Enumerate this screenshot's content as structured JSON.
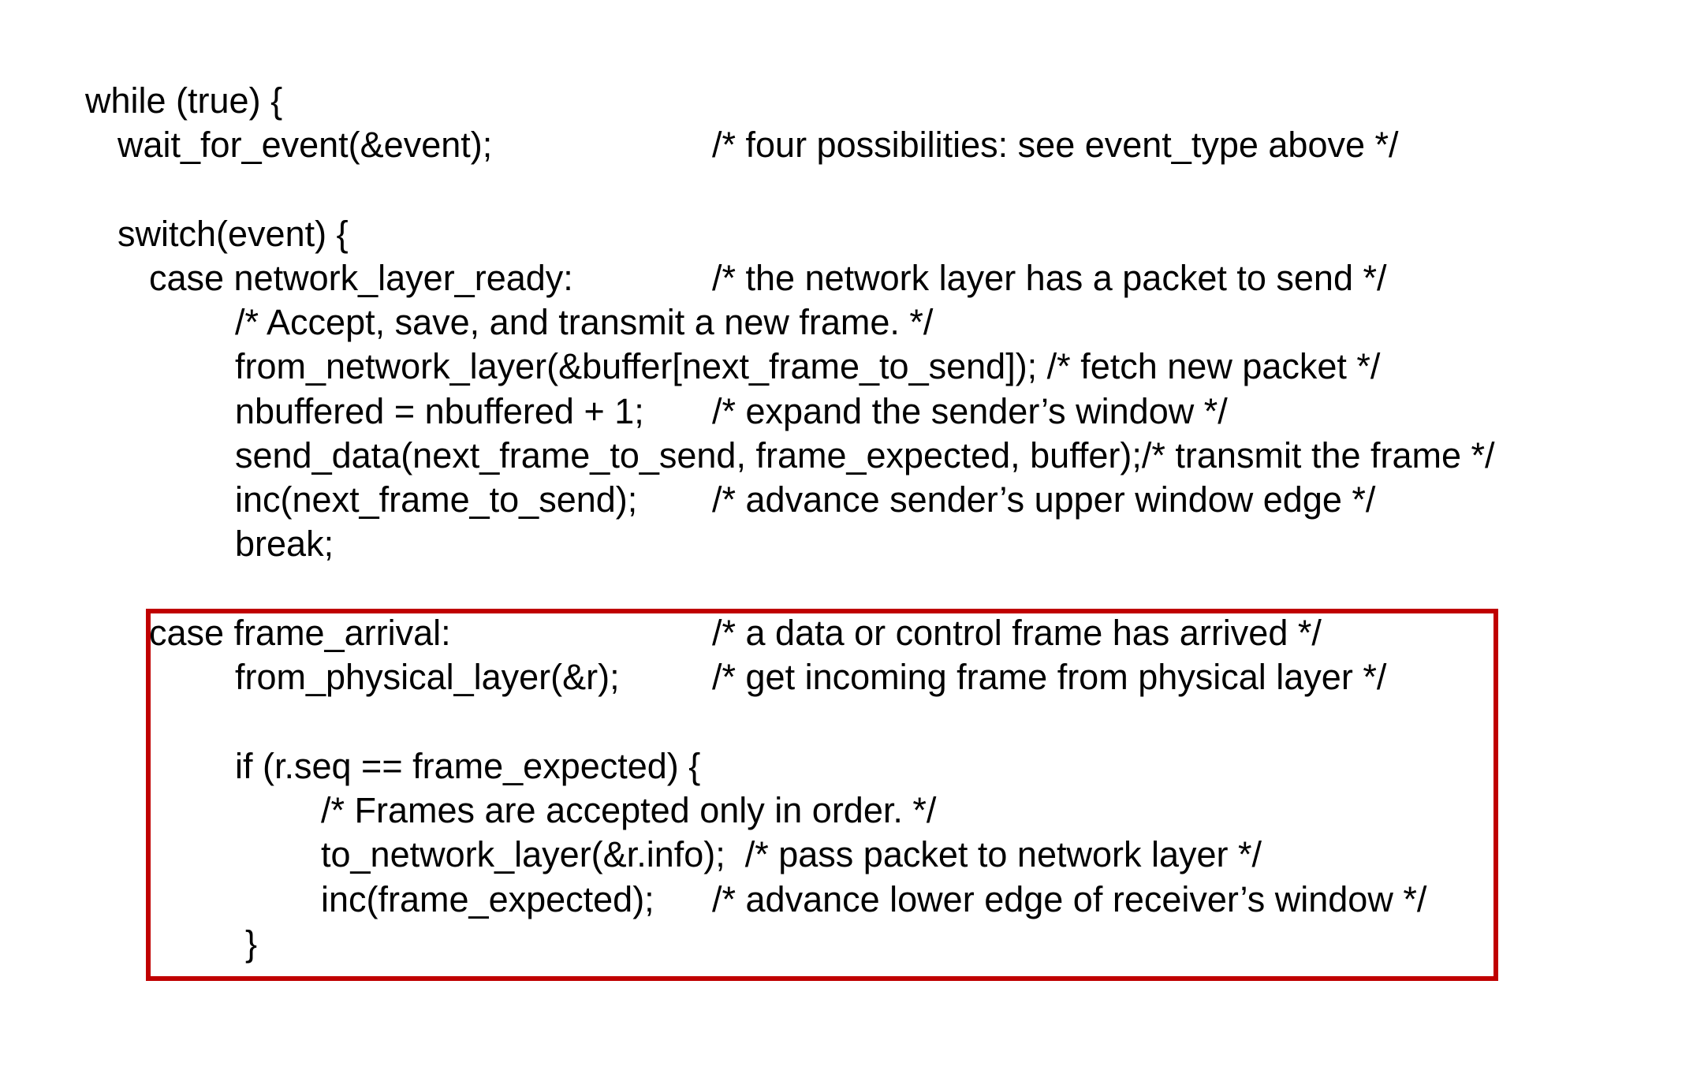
{
  "highlight": {
    "color": "#c00000"
  },
  "code": {
    "while_line": "while (true) {",
    "wait_code": "wait_for_event(&event);",
    "wait_comment": "/* four possibilities: see event_type above */",
    "switch_line": "switch(event) {",
    "case_ready_code": "case network_layer_ready:",
    "case_ready_comment": "/* the network layer has a packet to send */",
    "accept_comment": "/* Accept, save, and transmit a new frame. */",
    "from_network_line": "from_network_layer(&buffer[next_frame_to_send]); /* fetch new packet */",
    "nbuffered_code": "nbuffered = nbuffered + 1;",
    "nbuffered_comment": "/* expand the sender’s window */",
    "send_data_line": "send_data(next_frame_to_send, frame_expected, buffer);/* transmit the frame */",
    "inc_next_code": "inc(next_frame_to_send);",
    "inc_next_comment": "/* advance sender’s upper window edge */",
    "break_line": "break;",
    "case_arrival_code": "case frame_arrival:",
    "case_arrival_comment": "/* a data or control frame has arrived */",
    "from_physical_code": "from_physical_layer(&r);",
    "from_physical_comment": "/* get incoming frame from physical layer */",
    "if_line": "if (r.seq == frame_expected) {",
    "frames_comment": "/* Frames are accepted only in order. */",
    "to_network_line": "to_network_layer(&r.info);  /* pass packet to network layer */",
    "inc_frame_code": "inc(frame_expected);",
    "inc_frame_comment": "/* advance lower edge of receiver’s window */",
    "close_brace": "}"
  }
}
